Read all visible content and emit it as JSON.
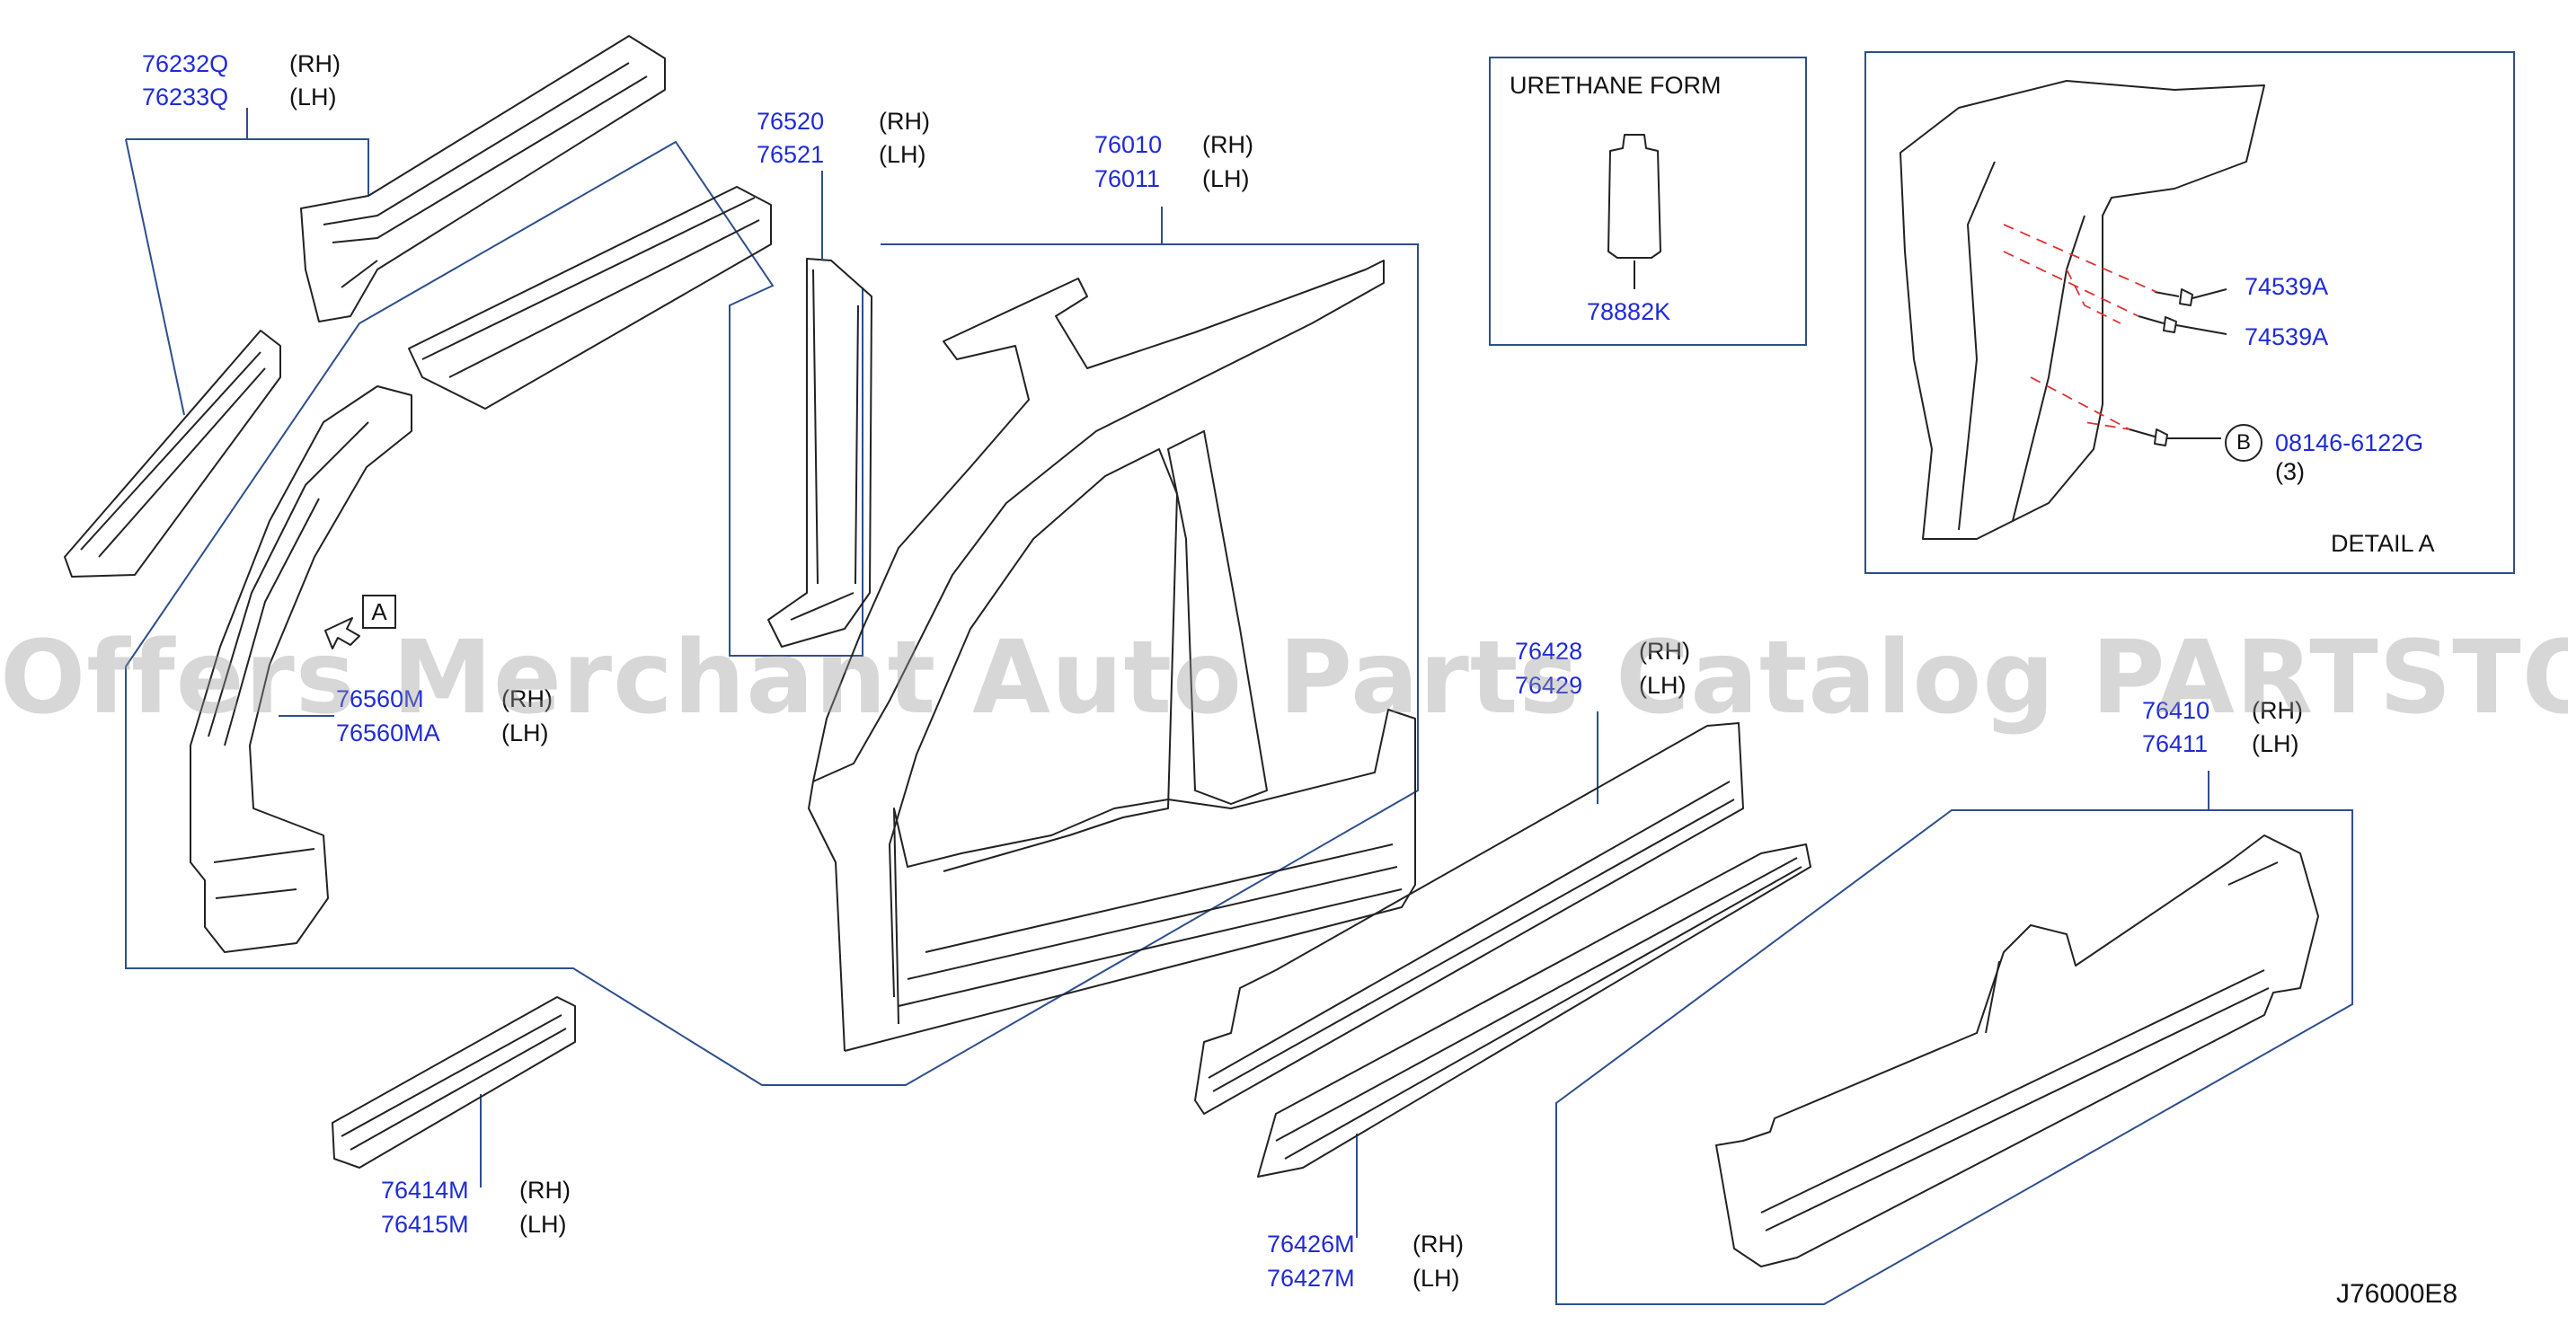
{
  "parts": {
    "p76232": {
      "num1": "76232Q",
      "side1": "(RH)",
      "num2": "76233Q",
      "side2": "(LH)"
    },
    "p76520": {
      "num1": "76520",
      "side1": "(RH)",
      "num2": "76521",
      "side2": "(LH)"
    },
    "p76010": {
      "num1": "76010",
      "side1": "(RH)",
      "num2": "76011",
      "side2": "(LH)"
    },
    "p76560": {
      "num1": "76560M",
      "side1": "(RH)",
      "num2": "76560MA",
      "side2": "(LH)"
    },
    "p76428": {
      "num1": "76428",
      "side1": "(RH)",
      "num2": "76429",
      "side2": "(LH)"
    },
    "p76410": {
      "num1": "76410",
      "side1": "(RH)",
      "num2": "76411",
      "side2": "(LH)"
    },
    "p76414": {
      "num1": "76414M",
      "side1": "(RH)",
      "num2": "76415M",
      "side2": "(LH)"
    },
    "p76426": {
      "num1": "76426M",
      "side1": "(RH)",
      "num2": "76427M",
      "side2": "(LH)"
    }
  },
  "urethane": {
    "title": "URETHANE   FORM",
    "part": "78882K"
  },
  "detail": {
    "bolt1": "74539A",
    "bolt2": "74539A",
    "ref_b": "B",
    "bolt3": "08146-6122G",
    "qty": "(3)",
    "title": "DETAIL   A"
  },
  "view_ref": "A",
  "diagram_code": "J76000E8",
  "watermark": "Offers Merchant Auto Parts Catalog PARTSTORE.SA",
  "colors": {
    "part_number": "#1f2bd6",
    "leader": "#2d4f8e",
    "line": "#222222",
    "hidden": "#e03030"
  }
}
